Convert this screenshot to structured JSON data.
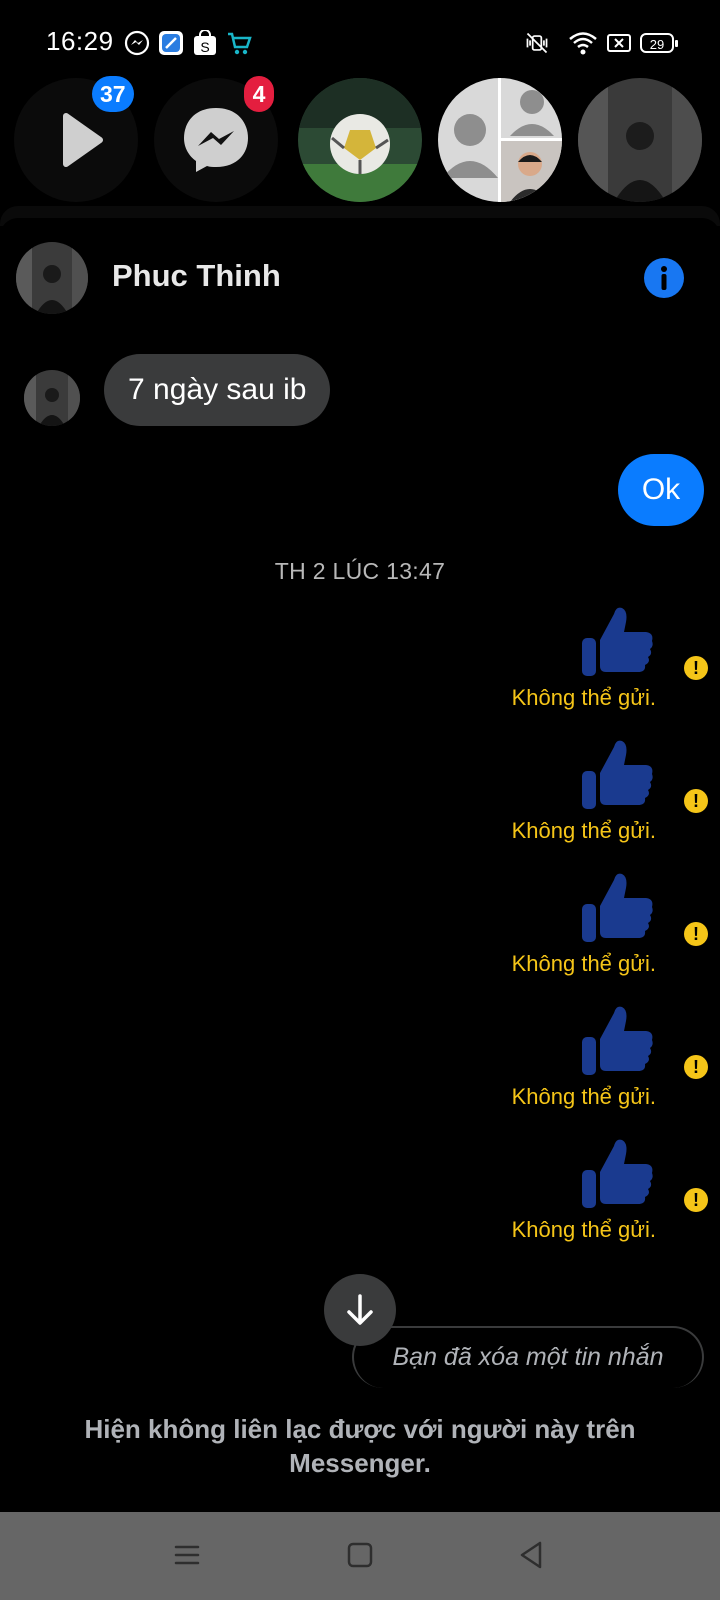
{
  "status_bar": {
    "time": "16:29",
    "battery": "29",
    "left_icons": [
      "messenger-icon",
      "blue-app-icon",
      "shopping-bag-icon",
      "cart-app-icon"
    ],
    "right_icons": [
      "vibrate-mute-icon",
      "wifi-icon",
      "sim-off-icon",
      "battery-icon"
    ]
  },
  "chat_heads": [
    {
      "type": "video",
      "icon": "play-icon",
      "badge": "37",
      "badge_color": "#0a7cff"
    },
    {
      "type": "messenger",
      "icon": "messenger-icon",
      "badge": "4",
      "badge_color": "#e41e3f"
    },
    {
      "type": "avatar",
      "icon": "football-photo"
    },
    {
      "type": "group",
      "icon": "group-avatar"
    },
    {
      "type": "avatar",
      "icon": "person-photo"
    }
  ],
  "conversation": {
    "contact_name": "Phuc Thinh",
    "messages": [
      {
        "direction": "incoming",
        "text": "7 ngày sau ib"
      },
      {
        "direction": "outgoing",
        "text": "Ok"
      }
    ],
    "timestamp": "TH 2 LÚC 13:47",
    "failed_likes": [
      {
        "status": "Không thể gửi."
      },
      {
        "status": "Không thể gửi."
      },
      {
        "status": "Không thể gửi."
      },
      {
        "status": "Không thể gửi."
      },
      {
        "status": "Không thể gửi."
      }
    ],
    "deleted_message": "Bạn đã xóa một tin nhắn",
    "unavailable_notice": "Hiện không liên lạc được với người này trên Messenger."
  },
  "colors": {
    "accent": "#0a7cff",
    "warning": "#f5c518",
    "like": "#1a3a8f"
  },
  "nav_icons": [
    "menu-icon",
    "home-icon",
    "back-icon"
  ]
}
